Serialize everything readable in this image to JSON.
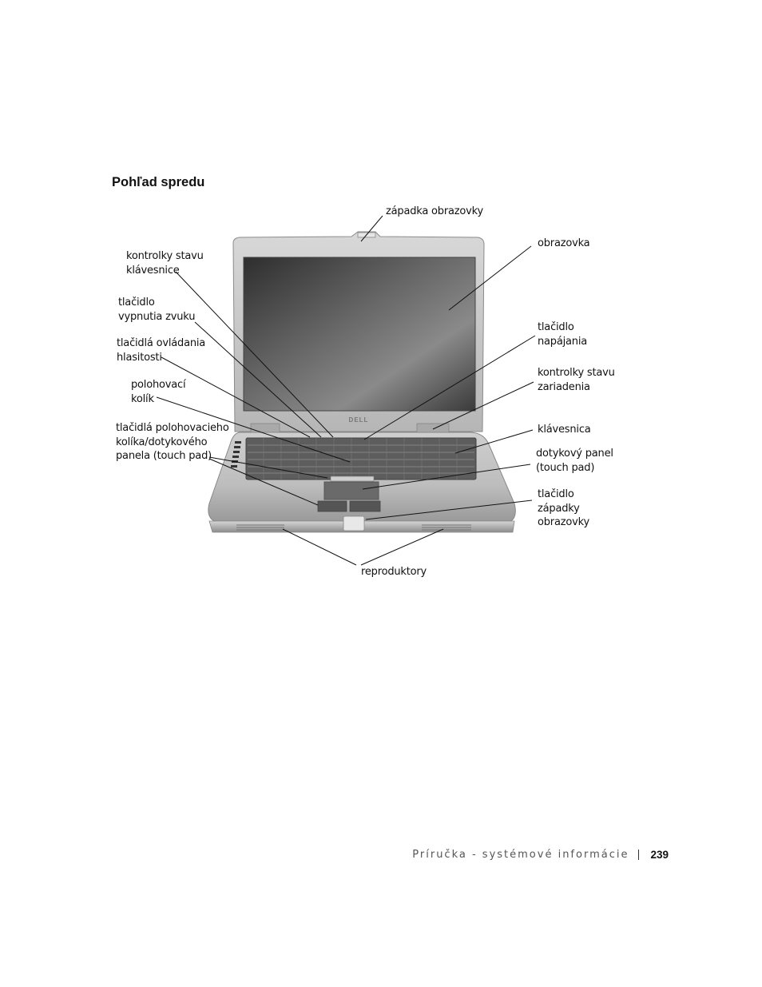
{
  "section": {
    "title": "Pohľad spredu"
  },
  "figure": {
    "brand_logo": "DELL",
    "labels": {
      "zapadka_obrazovky": [
        "západka obrazovky"
      ],
      "obrazovka": [
        "obrazovka"
      ],
      "kontrolky_klavesnice": [
        "kontrolky stavu",
        "klávesnice"
      ],
      "tlacidlo_vypnutia_zvuku": [
        "tlačidlo",
        "vypnutia zvuku"
      ],
      "tlacidla_hlasitosti": [
        "tlačidlá ovládania",
        "hlasitosti"
      ],
      "polohovaci_kolik": [
        "polohovací",
        "kolík"
      ],
      "tlacidla_polohovacieho": [
        "tlačidlá polohovacieho",
        "kolíka/dotykového",
        "panela (touch pad)"
      ],
      "tlacidlo_napajania": [
        "tlačidlo",
        "napájania"
      ],
      "kontrolky_zariadenia": [
        "kontrolky stavu",
        "zariadenia"
      ],
      "klavesnica": [
        "klávesnica"
      ],
      "dotykovy_panel": [
        "dotykový panel",
        "(touch pad)"
      ],
      "tlacidlo_zapadky": [
        "tlačidlo",
        "západky",
        "obrazovky"
      ],
      "reproduktory": [
        "reproduktory"
      ]
    }
  },
  "footer": {
    "text": "Príručka - systémové informácie",
    "page_number": "239"
  }
}
